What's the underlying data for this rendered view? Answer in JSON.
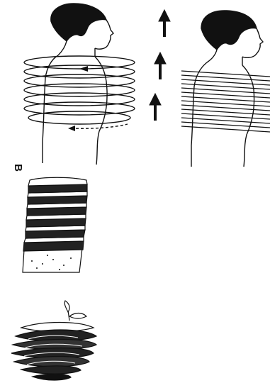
{
  "panel_labels": {
    "b": "B"
  },
  "colors": {
    "ink": "#111111",
    "paper": "#ffffff"
  },
  "figure": {
    "panel_a": {
      "subject": "patient-profile",
      "arrow_count": 3,
      "arrow_direction": "up",
      "left_view": "spiral-acquisition",
      "right_view": "stacked-slices"
    },
    "panel_b": {
      "object": "sliced-bread-loaf"
    },
    "panel_c": {
      "object": "spiral-sliced-apple"
    }
  }
}
